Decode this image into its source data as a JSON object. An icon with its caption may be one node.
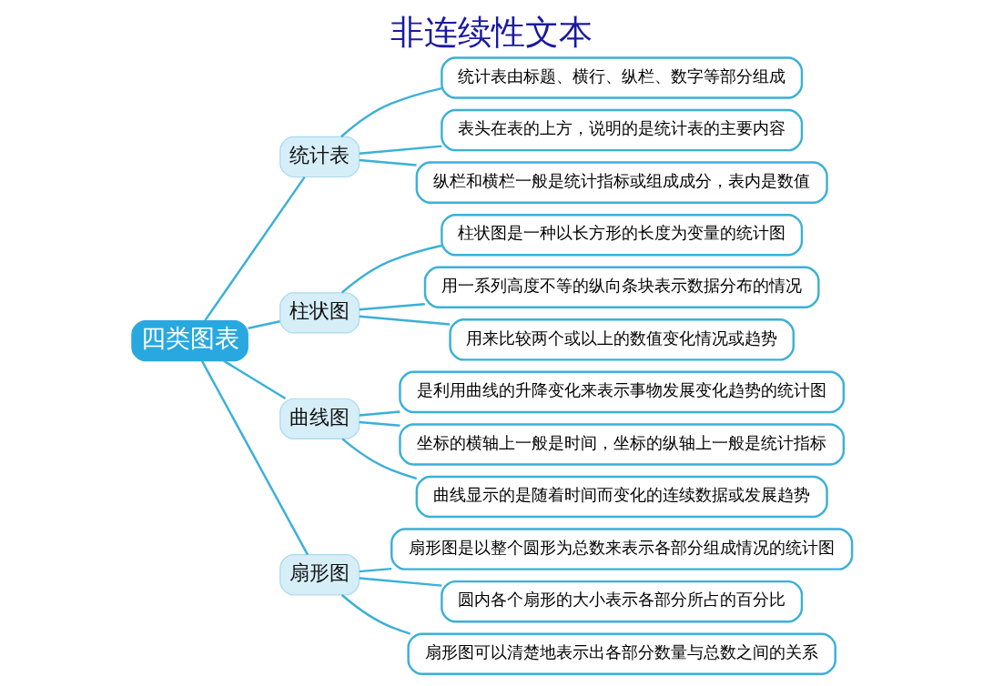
{
  "diagram": {
    "title": "非连续性文本",
    "nodes": [
      {
        "text": [
          "四类图表"
        ]
      },
      {
        "text": [
          "统计表"
        ]
      },
      {
        "text": [
          "统计表由标题、横行、纵栏、数字等部分组成"
        ]
      },
      {
        "text": [
          "表头在表的上方，说明的是统计表的主要内容"
        ]
      },
      {
        "text": [
          "纵栏和横栏一般是统计指标或组成成分，表内是数值"
        ]
      },
      {
        "text": [
          "柱状图"
        ]
      },
      {
        "text": [
          "柱状图是一种以长方形的长度为变量的统计图"
        ]
      },
      {
        "text": [
          "用一系列高度不等的纵向条块表示数据分布的情况"
        ]
      },
      {
        "text": [
          "用来比较两个或以上的数值变化情况或趋势"
        ]
      },
      {
        "text": [
          "曲线图"
        ]
      },
      {
        "text": [
          "是利用曲线的升降变化来表示事物发展变化趋势的统计图"
        ]
      },
      {
        "text": [
          "坐标的横轴上一般是时间，坐标的纵轴上一般是统计指标"
        ]
      },
      {
        "text": [
          "曲线显示的是随着时间而变化的连续数据或发展趋势"
        ]
      },
      {
        "text": [
          "扇形图"
        ]
      },
      {
        "text": [
          "扇形图是以整个圆形为总数来表示各部分组成情况的统计图"
        ]
      },
      {
        "text": [
          "圆内各个扇形的大小表示各部分所占的百分比"
        ]
      },
      {
        "text": [
          "扇形图可以清楚地表示出各部分数量与总数之间的关系"
        ]
      }
    ],
    "edges": [
      {
        "from": 0,
        "to": 1,
        "arrow": "none"
      },
      {
        "from": 1,
        "to": 2,
        "arrow": "none"
      },
      {
        "from": 1,
        "to": 3,
        "arrow": "none"
      },
      {
        "from": 1,
        "to": 4,
        "arrow": "none"
      },
      {
        "from": 0,
        "to": 5,
        "arrow": "none"
      },
      {
        "from": 5,
        "to": 6,
        "arrow": "none"
      },
      {
        "from": 5,
        "to": 7,
        "arrow": "none"
      },
      {
        "from": 5,
        "to": 8,
        "arrow": "none"
      },
      {
        "from": 0,
        "to": 9,
        "arrow": "none"
      },
      {
        "from": 9,
        "to": 10,
        "arrow": "none"
      },
      {
        "from": 9,
        "to": 11,
        "arrow": "none"
      },
      {
        "from": 9,
        "to": 12,
        "arrow": "none"
      },
      {
        "from": 0,
        "to": 13,
        "arrow": "none"
      },
      {
        "from": 13,
        "to": 14,
        "arrow": "none"
      },
      {
        "from": 13,
        "to": 15,
        "arrow": "none"
      },
      {
        "from": 13,
        "to": 16,
        "arrow": "none"
      }
    ]
  }
}
